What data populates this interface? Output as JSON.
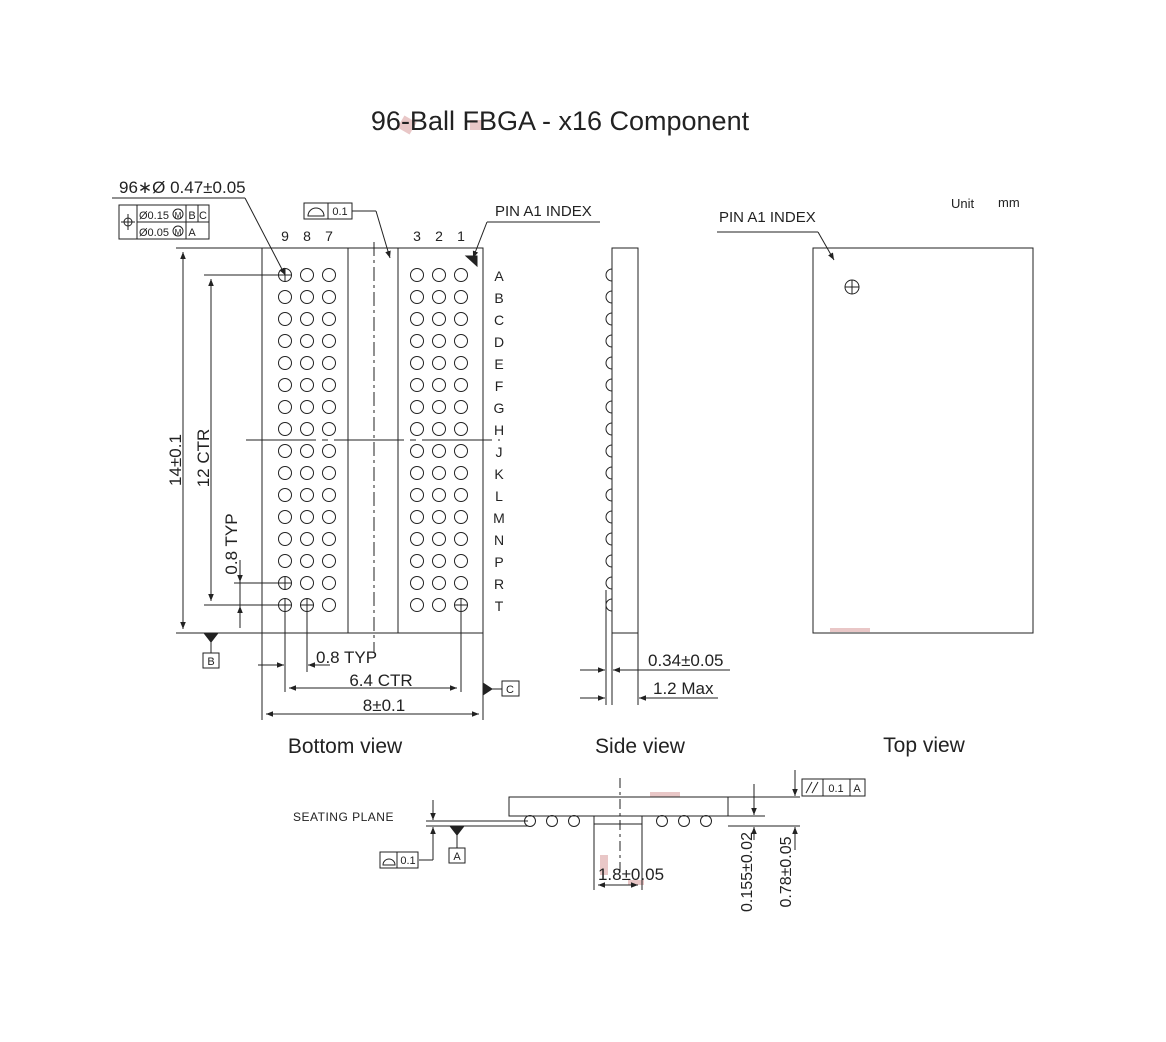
{
  "title": "96-Ball FBGA  - x16 Component",
  "unit_label": "Unit",
  "unit_value": "mm",
  "bottom_view": {
    "caption": "Bottom view",
    "ball_callout": "96∗Ø 0.47±0.05",
    "fcf_row1": [
      "Ø0.15",
      "M",
      "B",
      "C"
    ],
    "fcf_row2": [
      "Ø0.05",
      "M",
      "A"
    ],
    "profile_tol": "0.1",
    "pin_index": "PIN A1 INDEX",
    "col_labels_left": [
      "9",
      "8",
      "7"
    ],
    "col_labels_right": [
      "3",
      "2",
      "1"
    ],
    "row_labels": [
      "A",
      "B",
      "C",
      "D",
      "E",
      "F",
      "G",
      "H",
      "J",
      "K",
      "L",
      "M",
      "N",
      "P",
      "R",
      "T"
    ],
    "dim_height": "14±0.1",
    "dim_ctr_v": "12 CTR",
    "dim_pitch_v": "0.8 TYP",
    "datum_b": "B",
    "dim_pitch_h": "0.8 TYP",
    "dim_ctr_h": "6.4 CTR",
    "dim_width": "8±0.1",
    "datum_c": "C"
  },
  "side_view": {
    "caption": "Side view",
    "dim_ball": "0.34±0.05",
    "dim_max": "1.2 Max"
  },
  "top_view": {
    "caption": "Top view",
    "pin_index": "PIN A1 INDEX"
  },
  "detail_view": {
    "seating_plane": "SEATING PLANE",
    "flatness_tol": "0.1",
    "datum_a": "A",
    "parallel_tol": "0.1",
    "parallel_datum": "A",
    "dim_window": "1.8±0.05",
    "dim_substrate": "0.155±0.02",
    "dim_thickness": "0.78±0.05"
  },
  "colors": {
    "line": "#222222",
    "stamp": "#c06060"
  }
}
